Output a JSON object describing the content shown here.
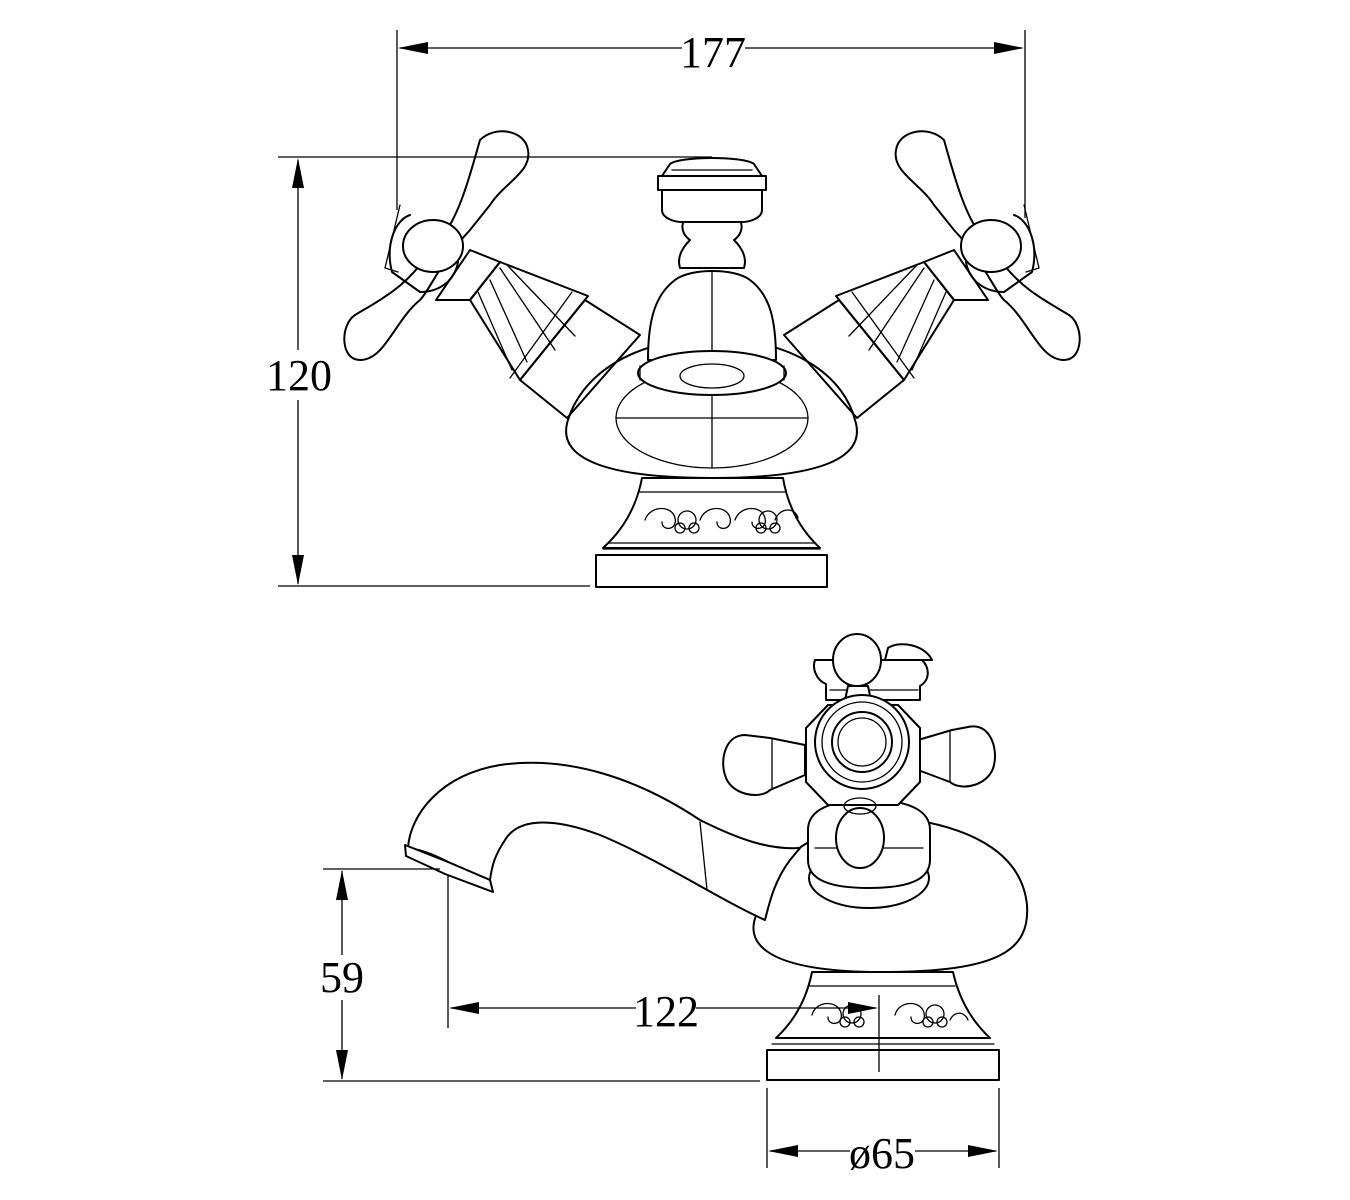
{
  "dimensions": {
    "overall_width": "177",
    "overall_height": "120",
    "spout_height": "59",
    "spout_reach": "122",
    "base_diameter": "ø65"
  },
  "colors": {
    "line": "#000000",
    "background": "#ffffff"
  }
}
